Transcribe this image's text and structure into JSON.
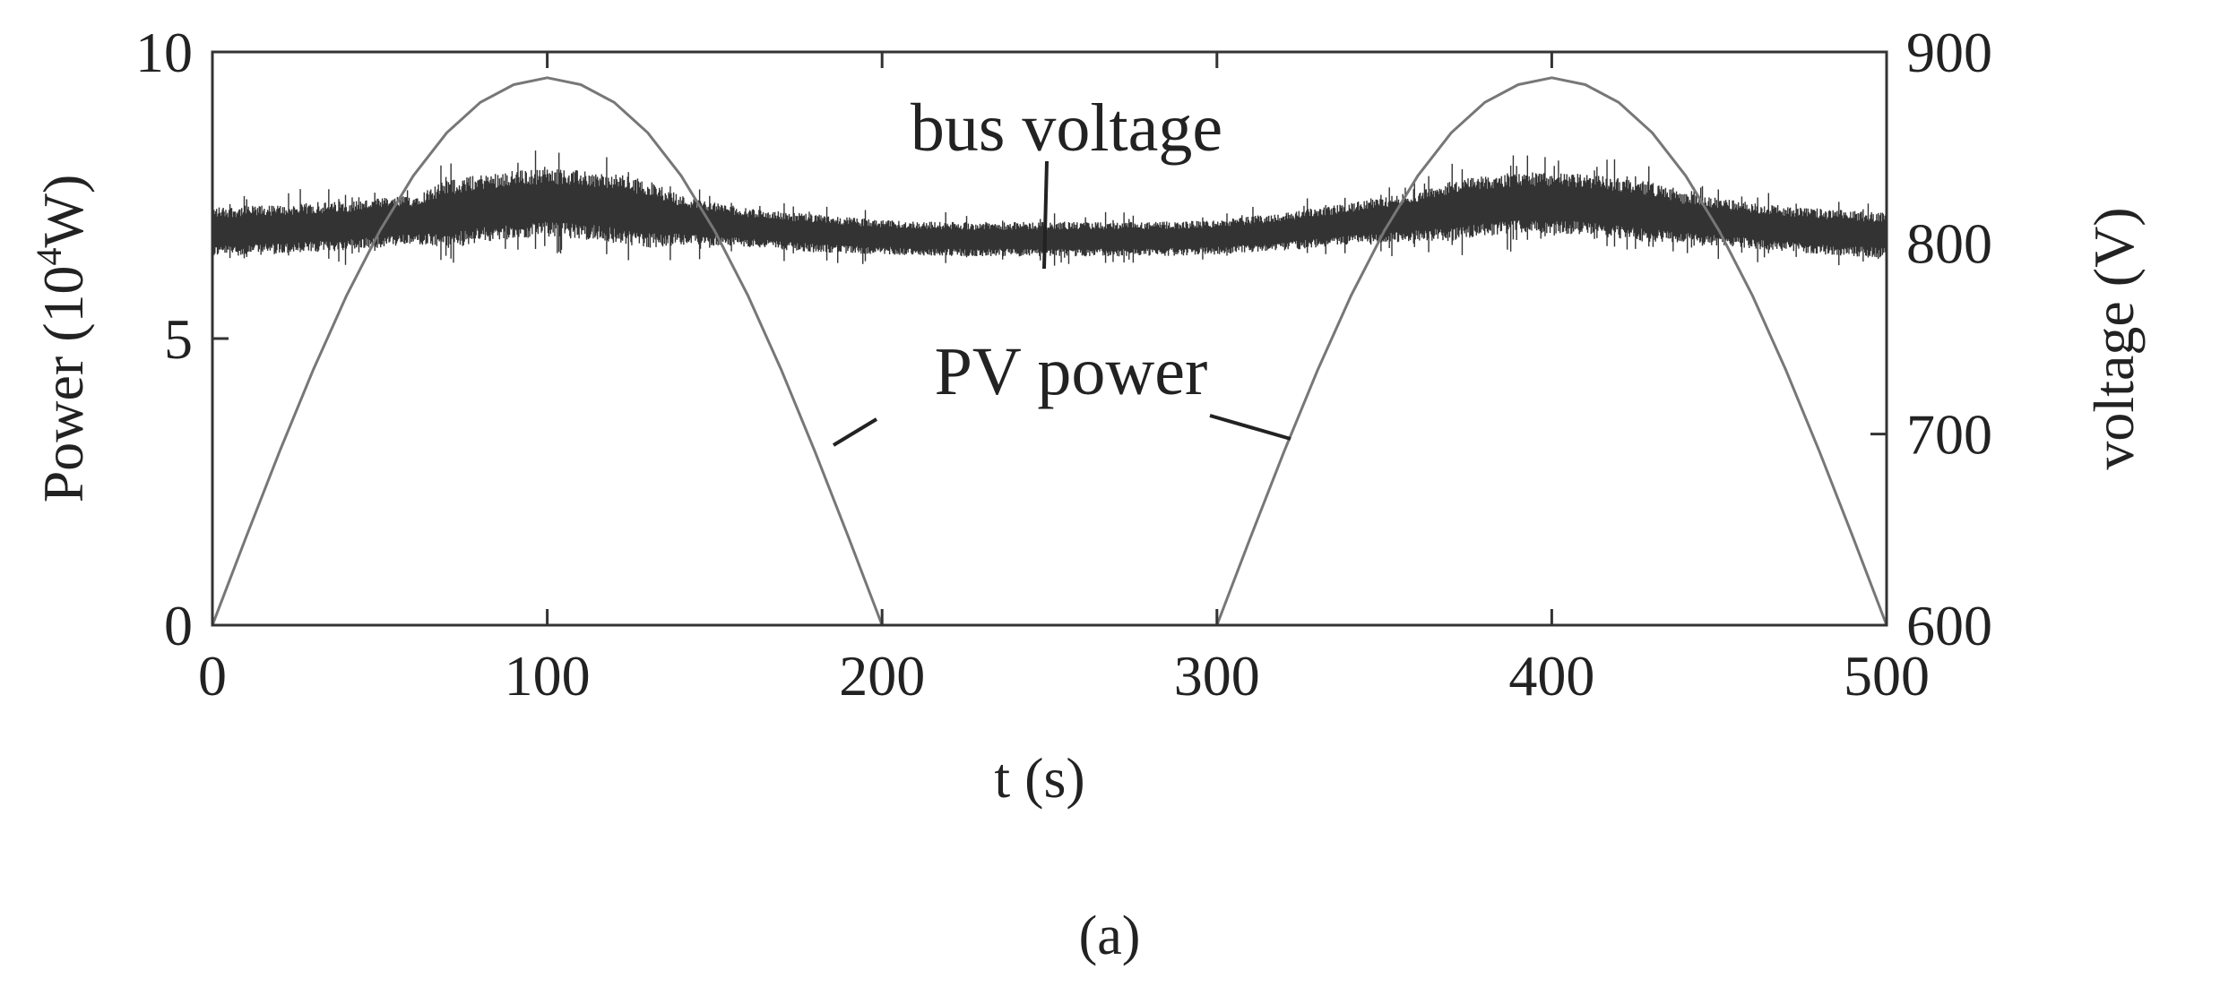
{
  "chart_data": {
    "type": "line",
    "xlabel": "t (s)",
    "ylabel_left_main": "Power (10",
    "ylabel_left_sup": "4",
    "ylabel_left_tail": "W)",
    "ylabel_right": "voltage (V)",
    "xlim": [
      0,
      500
    ],
    "ylim_left": [
      0,
      10
    ],
    "ylim_right": [
      600,
      900
    ],
    "x_ticks": [
      "0",
      "100",
      "200",
      "300",
      "400",
      "500"
    ],
    "y_left_ticks": [
      "0",
      "5",
      "10"
    ],
    "y_right_ticks": [
      "600",
      "700",
      "800",
      "900"
    ],
    "grid": false,
    "legend": "none",
    "annotations": [
      {
        "text": "bus voltage",
        "target": "bus voltage"
      },
      {
        "text": "PV power",
        "target": "PV power"
      }
    ],
    "series": [
      {
        "name": "PV power",
        "axis": "left",
        "color": "#777777",
        "x": [
          0,
          10,
          20,
          30,
          40,
          50,
          60,
          70,
          80,
          90,
          100,
          110,
          120,
          130,
          140,
          150,
          160,
          170,
          180,
          190,
          200,
          210,
          220,
          230,
          240,
          250,
          260,
          270,
          280,
          290,
          300,
          310,
          320,
          330,
          340,
          350,
          360,
          370,
          380,
          390,
          400,
          410,
          420,
          430,
          440,
          450,
          460,
          470,
          480,
          490,
          500
        ],
        "y": [
          0,
          1.53,
          3.02,
          4.44,
          5.74,
          6.88,
          7.84,
          8.59,
          9.12,
          9.43,
          9.55,
          9.43,
          9.12,
          8.59,
          7.84,
          6.88,
          5.74,
          4.44,
          3.02,
          1.53,
          0,
          0,
          0,
          0,
          0,
          0,
          0,
          0,
          0,
          0,
          0,
          1.53,
          3.02,
          4.44,
          5.74,
          6.88,
          7.84,
          8.59,
          9.12,
          9.43,
          9.55,
          9.43,
          9.12,
          8.59,
          7.84,
          6.88,
          5.74,
          4.44,
          3.02,
          1.53,
          0
        ]
      },
      {
        "name": "bus voltage",
        "axis": "right",
        "color": "#333333",
        "x": [
          0,
          20,
          40,
          60,
          70,
          80,
          90,
          100,
          110,
          120,
          130,
          140,
          160,
          180,
          200,
          220,
          240,
          260,
          280,
          300,
          320,
          340,
          360,
          370,
          380,
          390,
          400,
          410,
          420,
          430,
          440,
          460,
          480,
          500
        ],
        "y_mid": [
          806,
          807,
          809,
          812,
          815,
          818,
          820,
          821,
          820,
          818,
          815,
          812,
          808,
          805,
          803,
          802,
          802,
          802,
          802,
          803,
          806,
          810,
          814,
          817,
          819,
          821,
          821,
          820,
          818,
          816,
          813,
          809,
          806,
          804
        ],
        "band_halfwidth": [
          13,
          13,
          13,
          13,
          18,
          18,
          18,
          18,
          18,
          18,
          18,
          13,
          10,
          10,
          9,
          9,
          9,
          9,
          9,
          9,
          10,
          11,
          13,
          16,
          16,
          16,
          16,
          16,
          16,
          16,
          13,
          12,
          12,
          12
        ]
      }
    ]
  },
  "caption": "(a)"
}
